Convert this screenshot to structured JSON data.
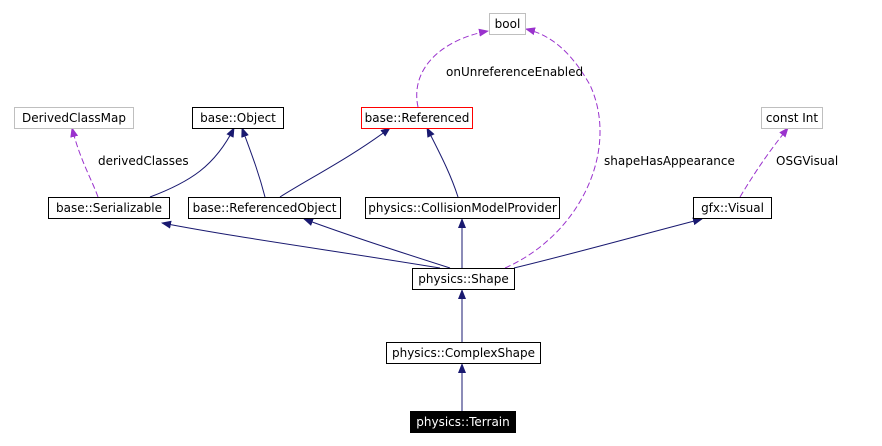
{
  "nodes": {
    "bool": "bool",
    "derived_class_map": "DerivedClassMap",
    "base_object": "base::Object",
    "base_referenced": "base::Referenced",
    "const_int": "const Int",
    "base_serializable": "base::Serializable",
    "base_referenced_object": "base::ReferencedObject",
    "collision_model_provider": "physics::CollisionModelProvider",
    "gfx_visual": "gfx::Visual",
    "physics_shape": "physics::Shape",
    "physics_complex_shape": "physics::ComplexShape",
    "physics_terrain": "physics::Terrain"
  },
  "edge_labels": {
    "on_unreference_enabled": "onUnreferenceEnabled",
    "derived_classes": "derivedClasses",
    "shape_has_appearance": "shapeHasAppearance",
    "osg_visual": "OSGVisual"
  },
  "colors": {
    "inheritance": "#191970",
    "usage": "#9a32cd",
    "gray_border": "#bfbfbf",
    "red_border": "#ff0000"
  }
}
